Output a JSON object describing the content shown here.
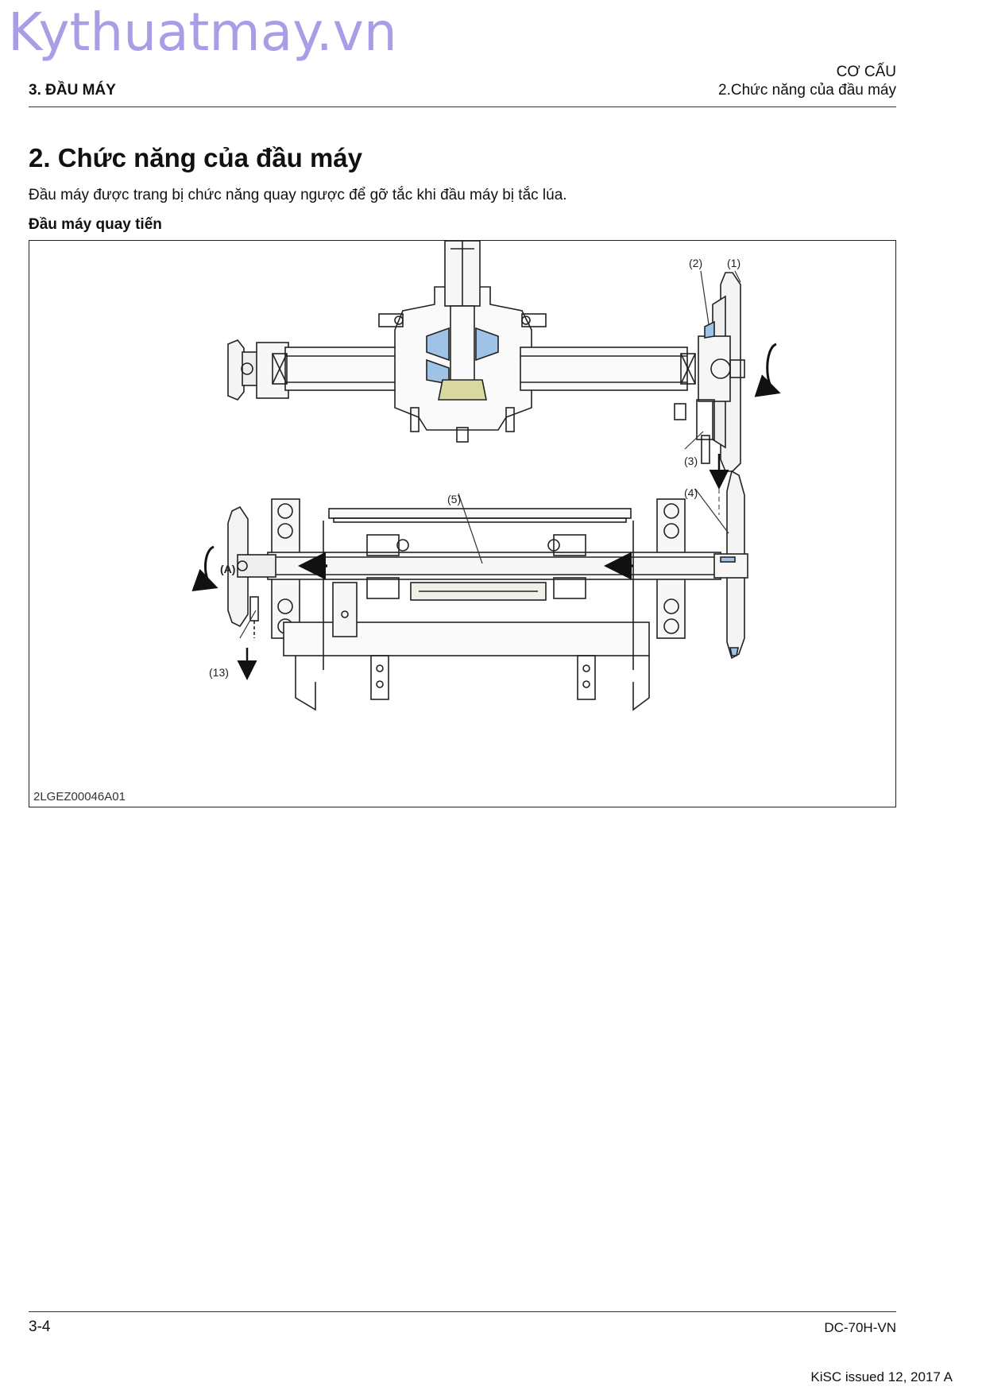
{
  "watermark": "Kythuatmay.vn",
  "header": {
    "section_left": "3. ĐẦU MÁY",
    "section_right_1": "CƠ CẤU",
    "section_right_2": "2.Chức năng của đầu máy"
  },
  "main": {
    "title": "2. Chức năng của đầu máy",
    "intro": "Đầu máy được trang bị chức năng quay ngược để gỡ tắc khi đầu máy bị tắc lúa.",
    "subheading": "Đầu máy quay tiến"
  },
  "figure": {
    "labels": {
      "l1": "(1)",
      "l2": "(2)",
      "l3": "(3)",
      "l4": "(4)",
      "l5": "(5)",
      "l13": "(13)",
      "lA": "(A)"
    },
    "code": "2LGEZ00046A01"
  },
  "footer": {
    "page": "3-4",
    "doc": "DC-70H-VN",
    "issued": "KiSC issued 12, 2017 A"
  },
  "colors": {
    "watermark": "#a99ee6",
    "gear_blue": "#9ec3e6",
    "gear_olive": "#d8d8a0"
  }
}
